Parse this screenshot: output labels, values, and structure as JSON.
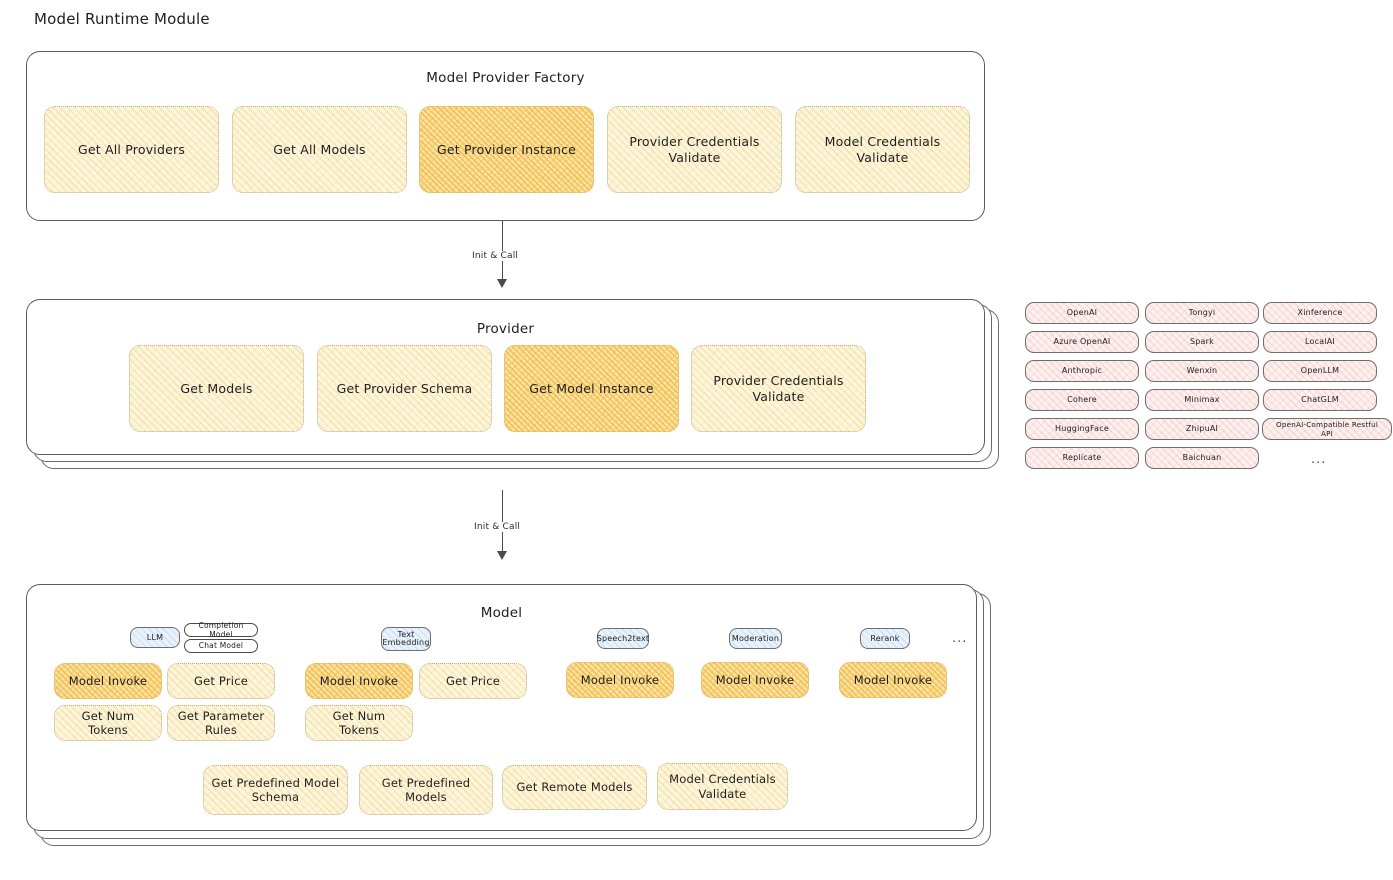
{
  "page": {
    "title": "Model Runtime Module"
  },
  "factory": {
    "title": "Model Provider Factory",
    "nodes": [
      {
        "label": "Get All Providers",
        "highlight": false
      },
      {
        "label": "Get All Models",
        "highlight": false
      },
      {
        "label": "Get Provider Instance",
        "highlight": true
      },
      {
        "label": "Provider Credentials Validate",
        "highlight": false
      },
      {
        "label": "Model Credentials Validate",
        "highlight": false
      }
    ]
  },
  "arrows": [
    {
      "label": "Init & Call"
    },
    {
      "label": "Init & Call"
    }
  ],
  "provider": {
    "title": "Provider",
    "nodes": [
      {
        "label": "Get Models",
        "highlight": false
      },
      {
        "label": "Get Provider Schema",
        "highlight": false
      },
      {
        "label": "Get Model Instance",
        "highlight": true
      },
      {
        "label": "Provider Credentials Validate",
        "highlight": false
      }
    ]
  },
  "provider_list": {
    "columns": [
      [
        "OpenAI",
        "Azure OpenAI",
        "Anthropic",
        "Cohere",
        "HuggingFace",
        "Replicate"
      ],
      [
        "Tongyi",
        "Spark",
        "Wenxin",
        "Minimax",
        "ZhipuAI",
        "Baichuan"
      ],
      [
        "Xinference",
        "LocalAI",
        "OpenLLM",
        "ChatGLM",
        "OpenAI-Compatible Restful API"
      ]
    ],
    "more": "..."
  },
  "model": {
    "title": "Model",
    "more": "...",
    "types": [
      {
        "badge": "LLM",
        "badge_style": "blue",
        "sub_badges": [
          "Completion Model",
          "Chat Model"
        ],
        "nodes": [
          {
            "label": "Model Invoke",
            "highlight": true
          },
          {
            "label": "Get Price",
            "highlight": false
          },
          {
            "label": "Get Num Tokens",
            "highlight": false
          },
          {
            "label": "Get Parameter Rules",
            "highlight": false
          }
        ]
      },
      {
        "badge": "Text Embedding",
        "badge_style": "blue",
        "sub_badges": [],
        "nodes": [
          {
            "label": "Model Invoke",
            "highlight": true
          },
          {
            "label": "Get Price",
            "highlight": false
          },
          {
            "label": "Get Num Tokens",
            "highlight": false
          }
        ]
      },
      {
        "badge": "Speech2text",
        "badge_style": "blue",
        "sub_badges": [],
        "nodes": [
          {
            "label": "Model Invoke",
            "highlight": true
          }
        ]
      },
      {
        "badge": "Moderation",
        "badge_style": "blue",
        "sub_badges": [],
        "nodes": [
          {
            "label": "Model Invoke",
            "highlight": true
          }
        ]
      },
      {
        "badge": "Rerank",
        "badge_style": "blue",
        "sub_badges": [],
        "nodes": [
          {
            "label": "Model Invoke",
            "highlight": true
          }
        ]
      }
    ],
    "common_nodes": [
      {
        "label": "Get Predefined Model Schema"
      },
      {
        "label": "Get Predefined Models"
      },
      {
        "label": "Get Remote Models"
      },
      {
        "label": "Model Credentials Validate"
      }
    ]
  },
  "colors": {
    "node_yellow_bg": "#fdf6df",
    "node_orange_bg": "#fbe3ad",
    "provider_pink_bg": "#fdf0ef",
    "badge_blue_bg": "#e9f2fb",
    "stroke": "#5c5c5c",
    "text": "#1e1e1e"
  }
}
